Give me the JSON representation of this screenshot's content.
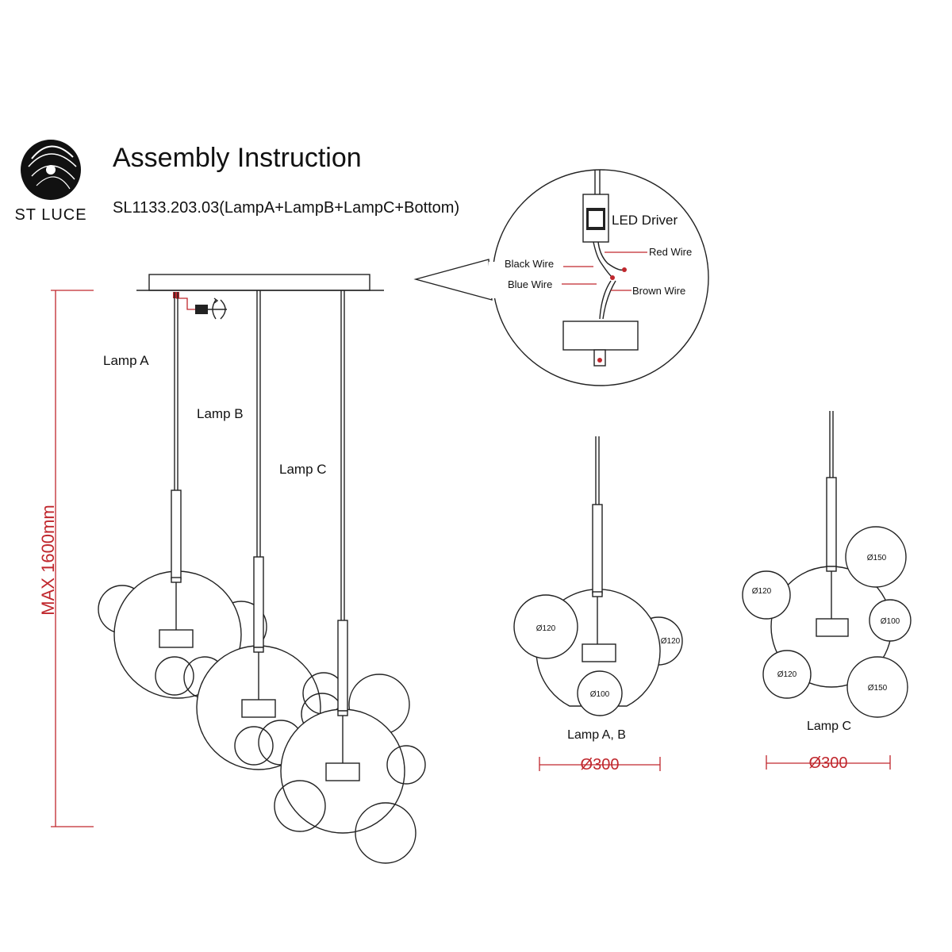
{
  "brand": {
    "name": "ST LUCE"
  },
  "header": {
    "title": "Assembly Instruction",
    "subtitle": "SL1133.203.03(LampA+LampB+LampC+Bottom)"
  },
  "main_view": {
    "labels": {
      "lamp_a": "Lamp  A",
      "lamp_b": "Lamp  B",
      "lamp_c": "Lamp  C"
    },
    "height_dimension": "MAX 1600mm"
  },
  "detail": {
    "driver_label": "LED Driver",
    "wires": {
      "black": "Black  Wire",
      "red": "Red Wire",
      "blue": "Blue  Wire",
      "brown": "Brown  Wire"
    }
  },
  "lamp_ab": {
    "caption": "Lamp  A, B",
    "diameter": "Ø300",
    "spheres": {
      "left": "Ø120",
      "right": "Ø120",
      "bottom": "Ø100"
    }
  },
  "lamp_c": {
    "caption": "Lamp  C",
    "diameter": "Ø300",
    "spheres": {
      "top_right": "Ø150",
      "left": "Ø120",
      "right": "Ø100",
      "bottom_left": "Ø120",
      "bottom_right": "Ø150"
    }
  },
  "colors": {
    "dimension": "#c0272d",
    "line": "#222222"
  }
}
